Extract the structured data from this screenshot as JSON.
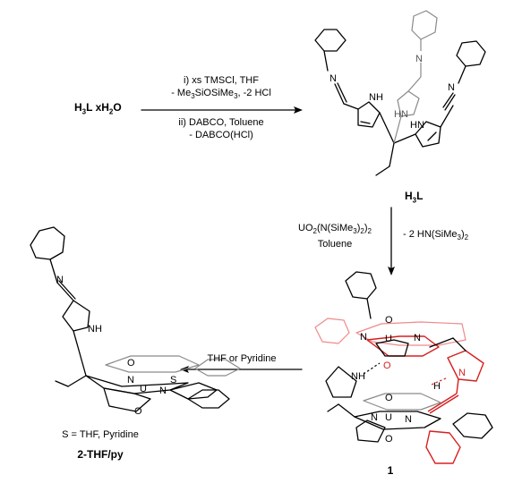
{
  "reagents_step1": {
    "line1": "i) xs TMSCl, THF",
    "line2a": "- Me",
    "line2a_sub": "3",
    "line2b": "SiOSiMe",
    "line2b_sub": "3",
    "line2c": ", -2 HCl",
    "line3": "ii) DABCO, Toluene",
    "line4": "- DABCO(HCl)"
  },
  "starting_material": {
    "part1": "H",
    "sub1": "3",
    "part2": "L xH",
    "sub2": "2",
    "part3": "O"
  },
  "product_label_h3l": {
    "part1": "H",
    "sub1": "3",
    "part2": "L"
  },
  "reagents_step2": {
    "left1a": "UO",
    "left1a_sub": "2",
    "left1b": "(N(SiMe",
    "left1b_sub": "3",
    "left1c": ")",
    "left1c_sub": "2",
    "left1d": ")",
    "left1d_sub": "2",
    "left2": "Toluene",
    "right1a": "- 2 HN(SiMe",
    "right1a_sub": "3",
    "right1b": ")",
    "right1b_sub": "2"
  },
  "reagents_step3": {
    "label": "THF or Pyridine"
  },
  "solvent_note": {
    "label": "S = THF, Pyridine"
  },
  "compound_labels": {
    "c1": "1",
    "c2": "2-THF/py"
  },
  "atoms": {
    "N": "N",
    "NH": "NH",
    "HN": "HN",
    "O": "O",
    "U": "U",
    "S": "S",
    "H": "H"
  }
}
